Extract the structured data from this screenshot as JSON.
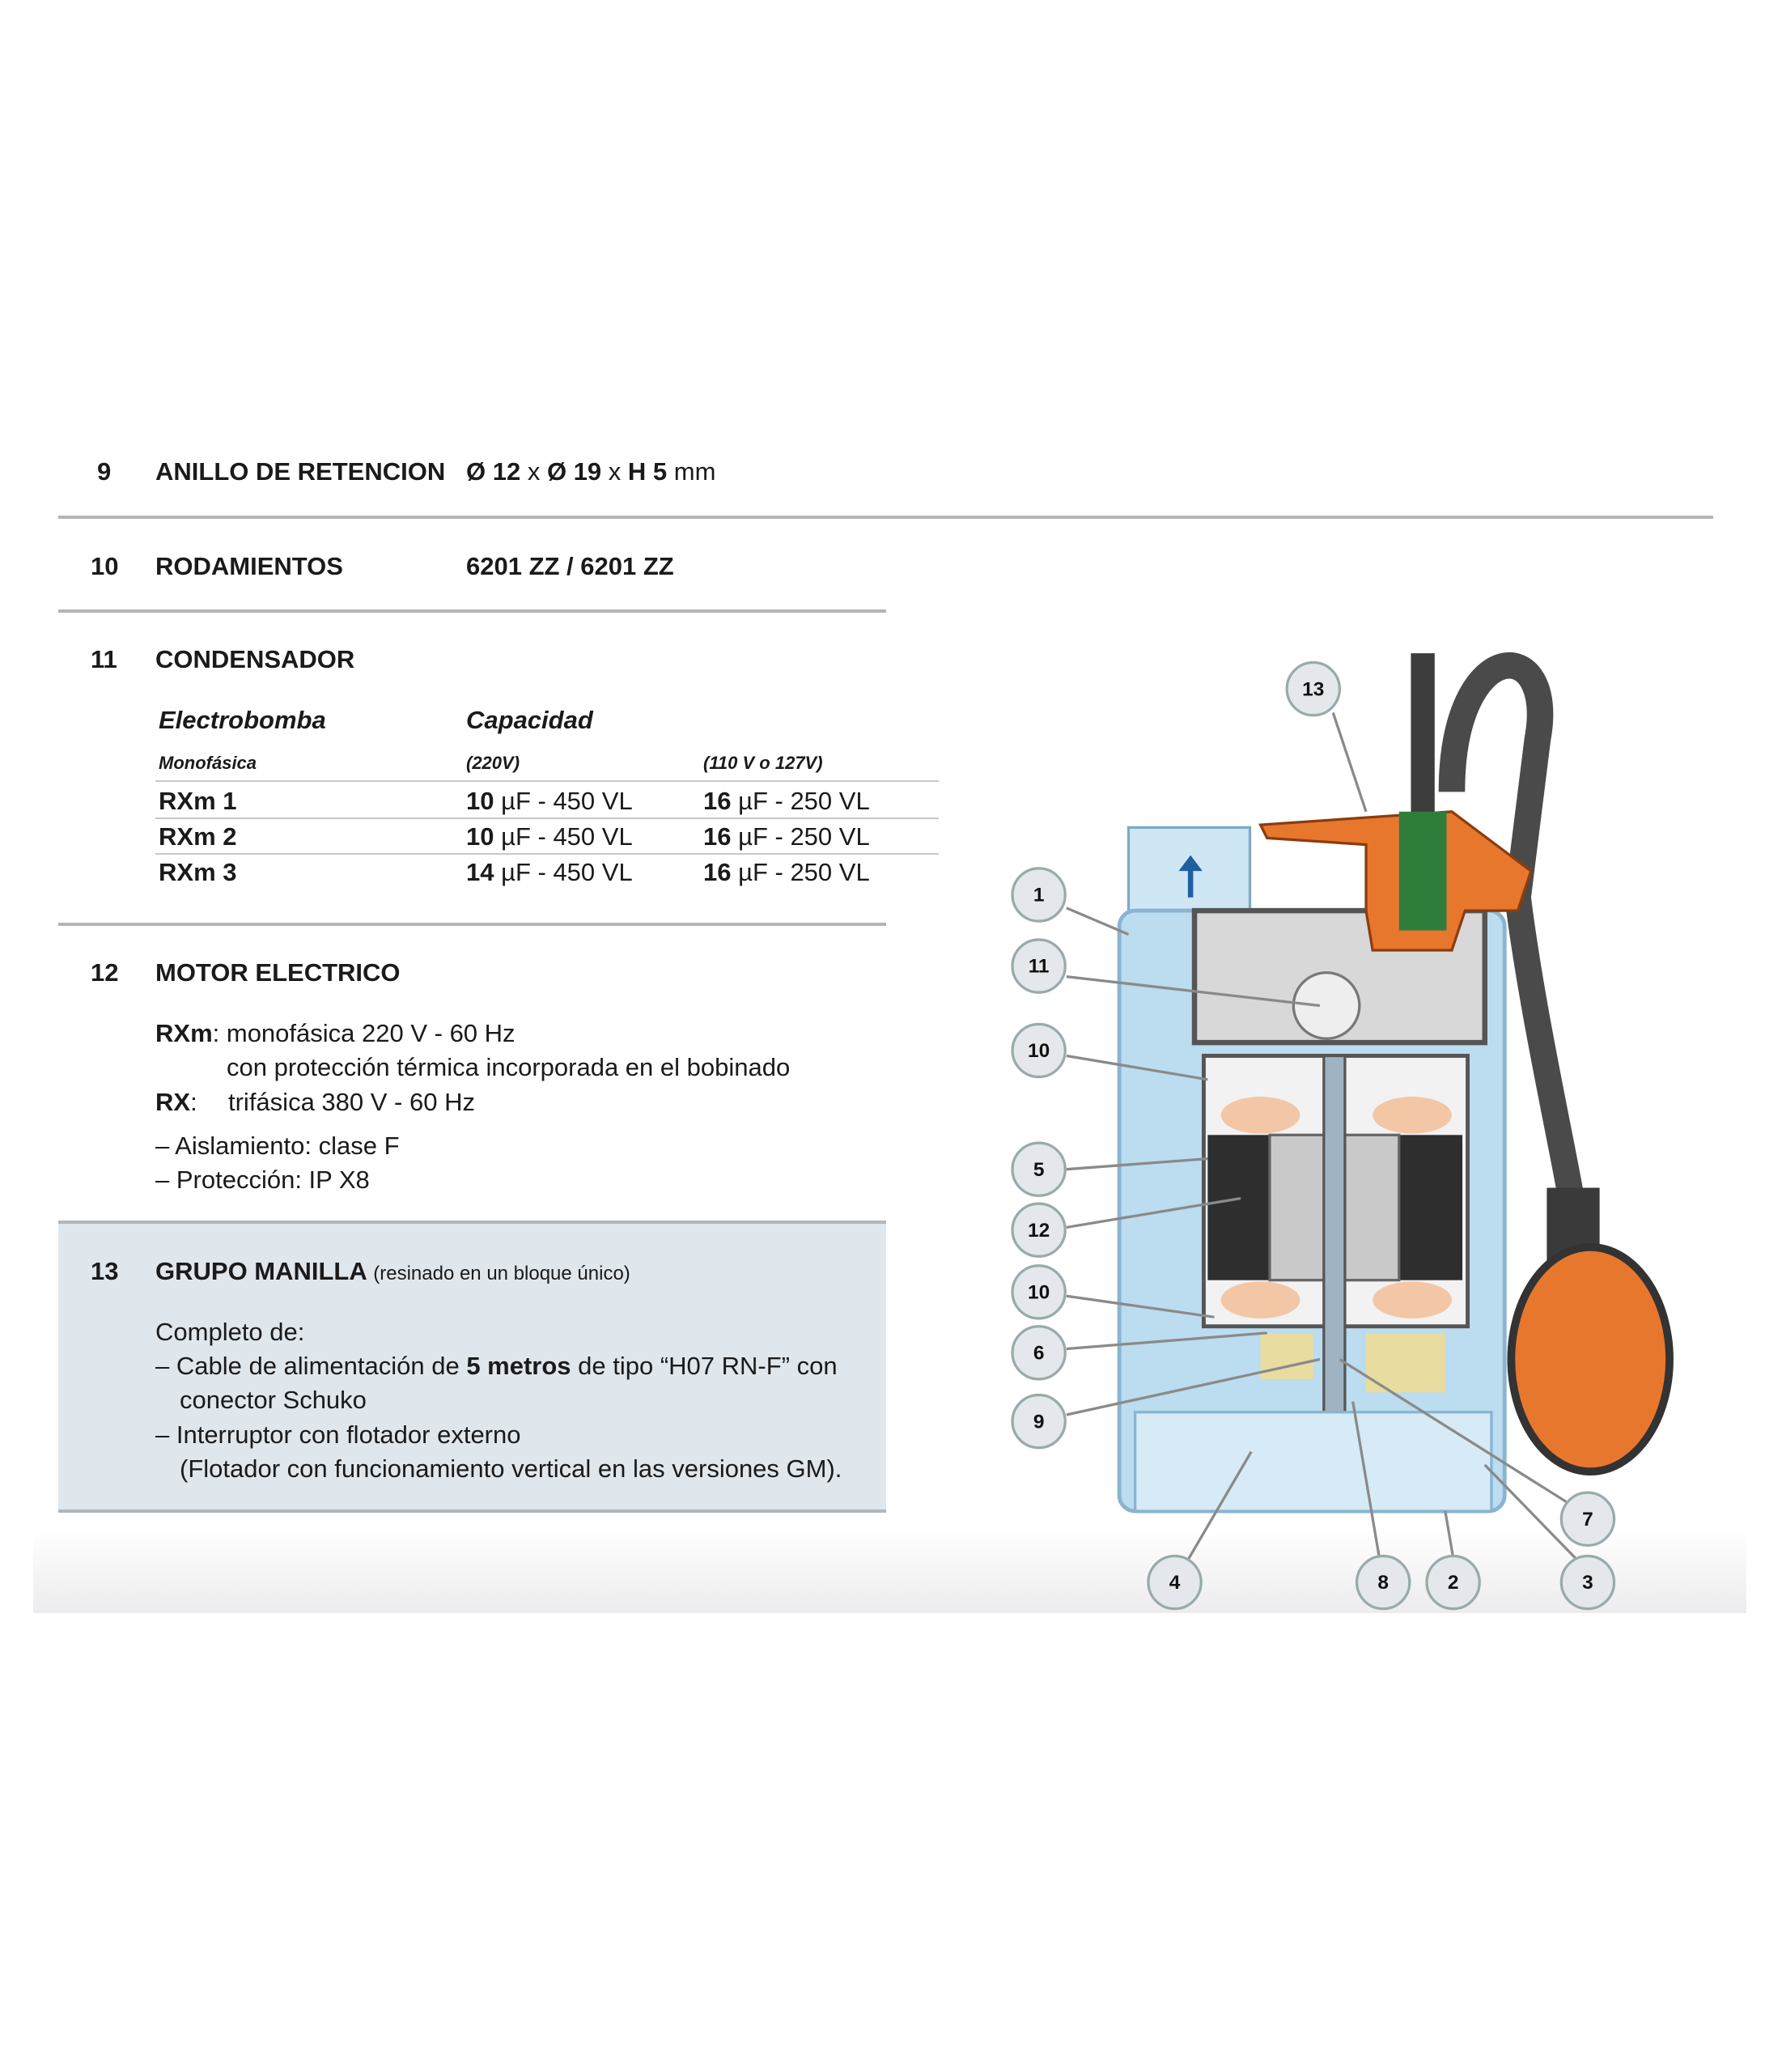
{
  "items": {
    "item9": {
      "number": "9",
      "title": "ANILLO DE RETENCION",
      "value_parts": [
        "Ø 12",
        " x ",
        "Ø 19",
        " x ",
        "H 5",
        " mm"
      ]
    },
    "item10": {
      "number": "10",
      "title": "RODAMIENTOS",
      "value": "6201 ZZ / 6201 ZZ"
    },
    "item11": {
      "number": "11",
      "title": "CONDENSADOR",
      "table": {
        "header_col1": "Electrobomba",
        "header_col2": "Capacidad",
        "sub_col1": "Monofásica",
        "sub_col2": "(220V)",
        "sub_col3": "(110 V o 127V)",
        "rows": [
          {
            "model": "RXm 1",
            "c220_num": "10",
            "c220_rest": " µF - 450 VL",
            "c110_num": "16",
            "c110_rest": " µF - 250 VL"
          },
          {
            "model": "RXm 2",
            "c220_num": "10",
            "c220_rest": " µF - 450 VL",
            "c110_num": "16",
            "c110_rest": " µF - 250 VL"
          },
          {
            "model": "RXm 3",
            "c220_num": "14",
            "c220_rest": " µF - 450 VL",
            "c110_num": "16",
            "c110_rest": " µF - 250 VL"
          }
        ]
      }
    },
    "item12": {
      "number": "12",
      "title": "MOTOR ELECTRICO",
      "rxm_label": "RXm",
      "rxm_text": ": monofásica 220 V - 60 Hz",
      "rxm_text2": "con protección térmica incorporada en el bobinado",
      "rx_label": "RX",
      "rx_colon": ":",
      "rx_text": "trifásica 380 V - 60 Hz",
      "bullet1": "– Aislamiento: clase F",
      "bullet2": "– Protección: IP X8"
    },
    "item13": {
      "number": "13",
      "title": "GRUPO MANILLA",
      "subtitle": "(resinado en un bloque único)",
      "intro": "Completo de:",
      "cable_pre": "– Cable de alimentación de ",
      "cable_bold": "5 metros",
      "cable_post": " de tipo “H07 RN-F” con",
      "cable_cont": "conector Schuko",
      "switch": "– Interruptor con flotador externo",
      "switch_cont": "(Flotador con funcionamiento vertical en las versiones GM)."
    }
  },
  "diagram": {
    "callouts": [
      "13",
      "1",
      "11",
      "10",
      "5",
      "12",
      "10",
      "6",
      "9",
      "7",
      "4",
      "8",
      "2",
      "3"
    ],
    "colors": {
      "body": "#bcdcef",
      "handle": "#e8772e",
      "cable": "#4a4a4a",
      "float": "#e8772e"
    }
  }
}
